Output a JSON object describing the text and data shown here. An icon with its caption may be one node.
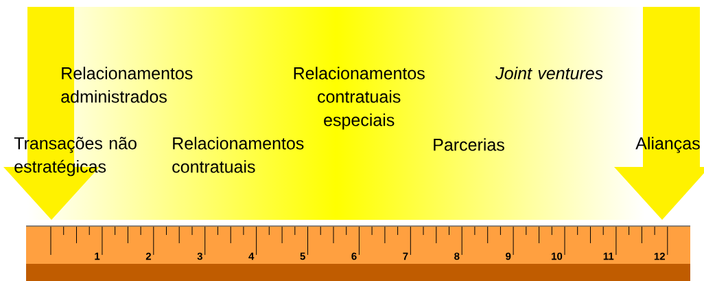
{
  "diagram": {
    "labels": [
      "Relacionamentos administrados",
      "Relacionamentos contratuais especiais",
      "Joint ventures",
      "Transações não estratégicas",
      "Relacionamentos contratuais",
      "Parcerias",
      "Alianças",
      "1",
      "2",
      "3",
      "4",
      "5",
      "6",
      "7",
      "8",
      "9",
      "10",
      "11",
      "12"
    ]
  }
}
